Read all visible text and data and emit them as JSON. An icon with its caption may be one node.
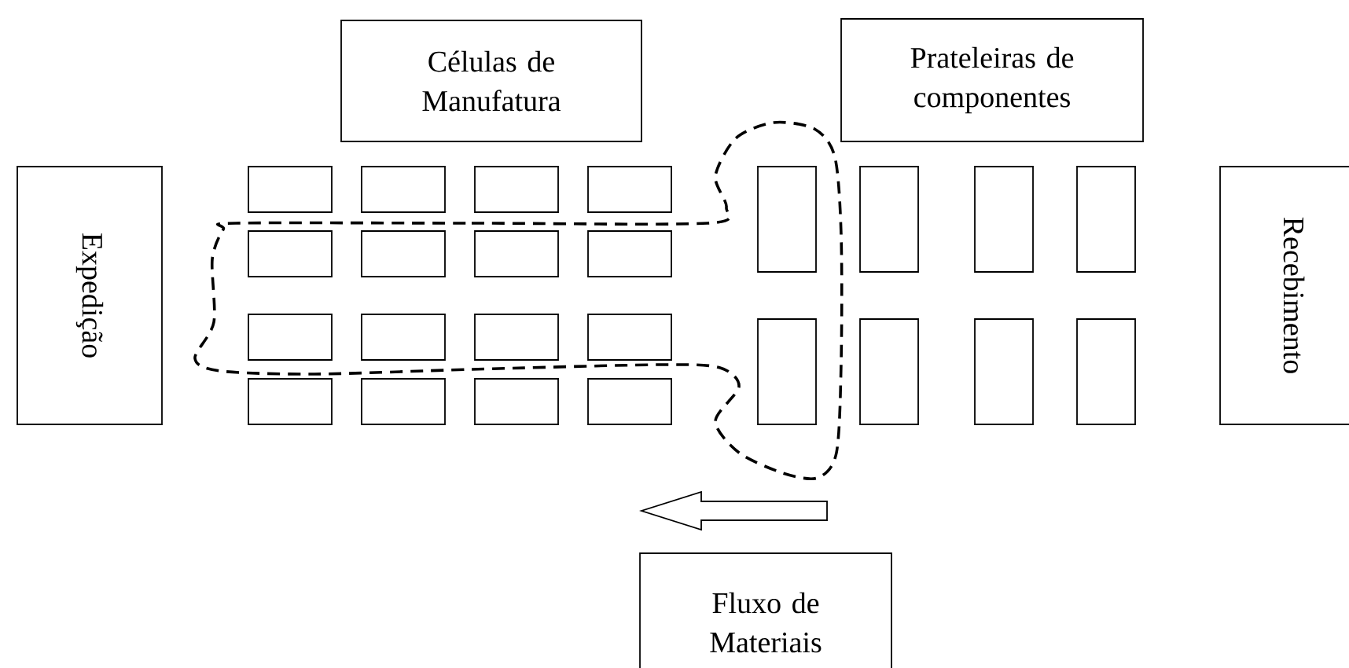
{
  "diagram": {
    "nodes": [
      {
        "text": [
          "Células de Manufatura"
        ]
      },
      {
        "text": [
          "Prateleiras de componentes"
        ]
      },
      {
        "text": [
          "Expedição"
        ]
      },
      {
        "text": [],
        "shape": "box"
      },
      {
        "text": [],
        "shape": "box"
      },
      {
        "text": [],
        "shape": "box"
      },
      {
        "text": [],
        "shape": "box"
      },
      {
        "text": [],
        "shape": "box"
      },
      {
        "text": [],
        "shape": "box"
      },
      {
        "text": [],
        "shape": "box"
      },
      {
        "text": [],
        "shape": "box"
      },
      {
        "text": [],
        "shape": "box"
      },
      {
        "text": [],
        "shape": "box"
      },
      {
        "text": [],
        "shape": "box"
      },
      {
        "text": [],
        "shape": "box"
      },
      {
        "text": [],
        "shape": "box"
      },
      {
        "text": [],
        "shape": "box"
      },
      {
        "text": [],
        "shape": "box"
      },
      {
        "text": [],
        "shape": "box"
      },
      {
        "text": [],
        "shape": "box"
      },
      {
        "text": [],
        "shape": "box"
      },
      {
        "text": [],
        "shape": "box"
      },
      {
        "text": [],
        "shape": "box"
      },
      {
        "text": [],
        "shape": "box"
      },
      {
        "text": [],
        "shape": "box"
      },
      {
        "text": [],
        "shape": "box"
      },
      {
        "text": [],
        "shape": "box"
      },
      {
        "text": [
          "Recebimento"
        ]
      },
      {
        "text": [
          "Fluxo de Materiais"
        ]
      }
    ]
  }
}
